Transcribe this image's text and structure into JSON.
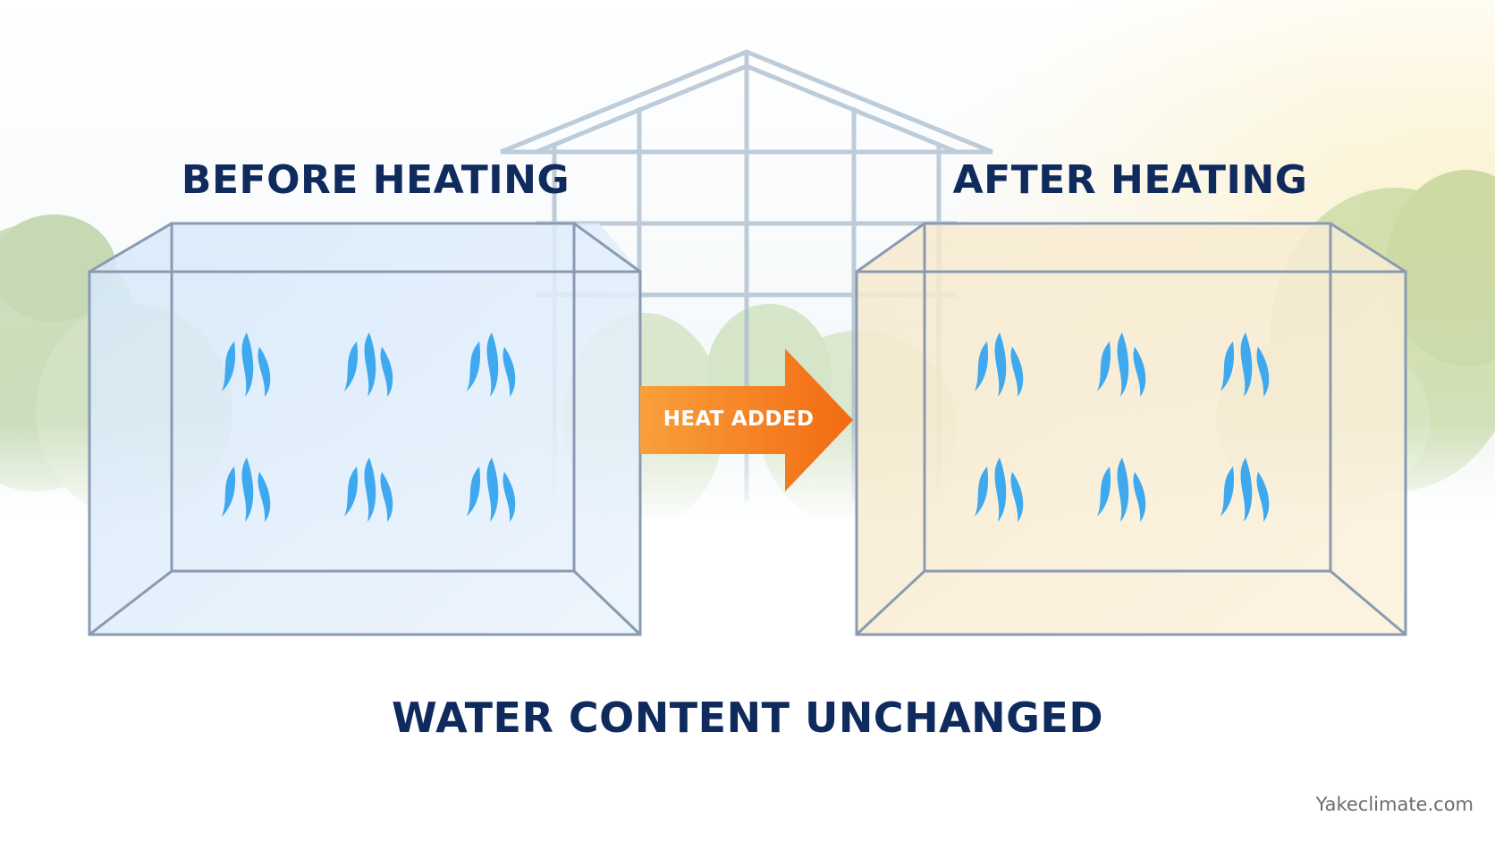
{
  "before": {
    "title": "BEFORE HEATING"
  },
  "after": {
    "title": "AFTER HEATING"
  },
  "arrow": {
    "label": "HEAT ADDED",
    "color": "#f47a1f"
  },
  "caption": "WATER CONTENT UNCHANGED",
  "watermark": "Yakeclimate.com",
  "colors": {
    "heading": "#0f2a5c",
    "vapor": "#3fa9f0",
    "before_box_fill": "#dcecfb",
    "after_box_fill": "#f8ecd0",
    "box_edge": "#8a9ab3"
  },
  "icons": {
    "vapor": "water-vapor-icon",
    "background": "greenhouse-illustration"
  }
}
